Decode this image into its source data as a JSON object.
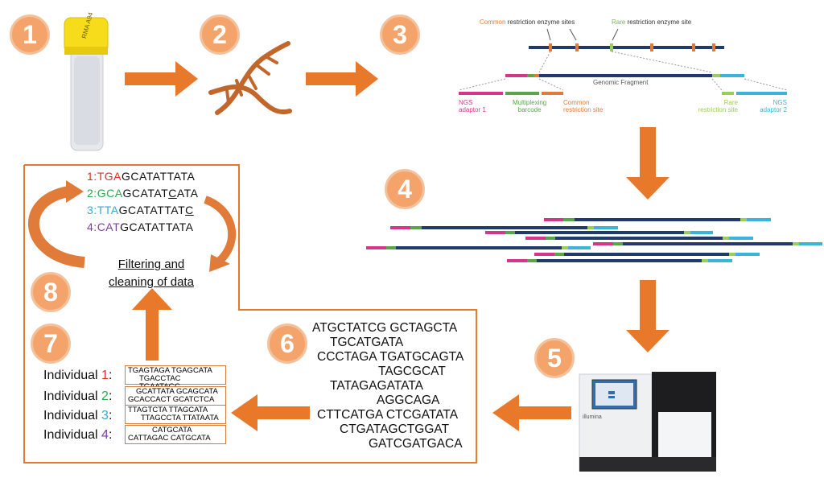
{
  "steps": [
    "1",
    "2",
    "3",
    "4",
    "5",
    "6",
    "7",
    "8"
  ],
  "tube_label": "RMA A94",
  "restriction": {
    "common_prefix": "Common",
    "common_suffix": " restriction enzyme sites",
    "rare_prefix": "Rare",
    "rare_suffix": " restriction enzyme site",
    "genomic_fragment": "Genomic Fragment",
    "ngs_adaptor1": [
      "NGS",
      "adaptor 1"
    ],
    "multiplex": [
      "Multiplexing",
      "barcode"
    ],
    "common_site": [
      "Common",
      "restriction site"
    ],
    "rare_site": [
      "Rare",
      "restriction site"
    ],
    "ngs_adaptor2": [
      "NGS",
      "adaptor 2"
    ]
  },
  "consensus": [
    {
      "num": "1:",
      "barcode": "TGA",
      "seq": "GCATATTATA",
      "color": "#d6312b",
      "underline": ""
    },
    {
      "num": "2:",
      "barcode": "GCA",
      "seq_pre": "GCATAT",
      "seq_u": "C",
      "seq_post": "ATA",
      "color": "#2aa84a"
    },
    {
      "num": "3:",
      "barcode": "TTA",
      "seq_pre": "GCATATTAT",
      "seq_u": "C",
      "seq_post": "",
      "color": "#38a7d2"
    },
    {
      "num": "4:",
      "barcode": "CAT",
      "seq": "GCATATTATA",
      "color": "#7d3f98",
      "underline": ""
    }
  ],
  "filtering": [
    "Filtering and",
    "cleaning of data"
  ],
  "reads": [
    "ATGCTATCG  GCTAGCTA",
    "TGCATGATA",
    "CCCTAGA  TGATGCAGTA",
    "TAGCGCAT",
    "TATAGAGATATA",
    "AGGCAGA",
    "CTTCATGA   CTCGATATA",
    "CTGATAGCTGGAT",
    "GATCGATGACA"
  ],
  "individuals": [
    {
      "label": "Individual ",
      "num": "1",
      "color": "#d6312b",
      "line1": "TGAGTAGA TGAGCATA",
      "line2": "TGACCTAC  TGAATAGC"
    },
    {
      "label": "Individual ",
      "num": "2",
      "color": "#2aa84a",
      "line1": "GCATTATA GCAGCATA",
      "line2": "GCACCACT  GCATCTCA"
    },
    {
      "label": "Individual ",
      "num": "3",
      "color": "#38a7d2",
      "line1": "TTAGTCTA        TTAGCATA",
      "line2": "TTAGCCTA TTATAATA"
    },
    {
      "label": "Individual ",
      "num": "4",
      "color": "#7d3f98",
      "line1": "CATGCATA",
      "line2": "CATTAGAC       CATGCATA"
    }
  ],
  "sequencer_brand": "illumina",
  "colors": {
    "orange": "#e8792b",
    "step_fill": "#f4a46a",
    "navy": "#1f3a6b",
    "magenta": "#d4378a",
    "green": "#5aa54a",
    "cyan": "#3cb3d9",
    "lightgreen": "#9acd5a",
    "adapter_orange": "#e07b39"
  }
}
